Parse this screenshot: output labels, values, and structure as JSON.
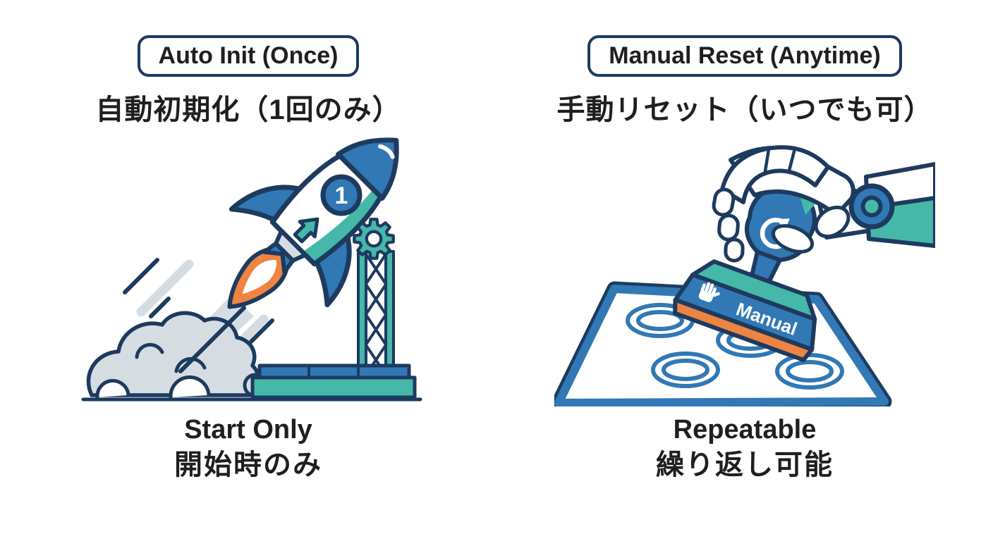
{
  "left": {
    "tag": "Auto Init (Once)",
    "subtitle_jp": "自動初期化（1回のみ）",
    "badge_number": "1",
    "caption_en": "Start Only",
    "caption_jp": "開始時のみ"
  },
  "right": {
    "tag": "Manual Reset (Anytime)",
    "subtitle_jp": "手動リセット（いつでも可）",
    "stamp_label": "Manual",
    "caption_en": "Repeatable",
    "caption_jp": "繰り返し可能"
  },
  "colors": {
    "outline_navy": "#1d3a5f",
    "blue": "#3178b5",
    "teal": "#45b8a9",
    "orange": "#ee8441",
    "cloud_gray": "#d6dde2",
    "text": "#1f1f1f",
    "background": "#ffffff"
  },
  "icons": [
    "rocket-icon",
    "flame-icon",
    "number-1-badge",
    "up-arrow-icon",
    "gear-icon",
    "launch-tower",
    "smoke-clouds-icon",
    "robot-hand-icon",
    "robot-arm-icon",
    "stamp-icon",
    "reset-arrow-icon",
    "hand-icon",
    "stamp-marks"
  ]
}
